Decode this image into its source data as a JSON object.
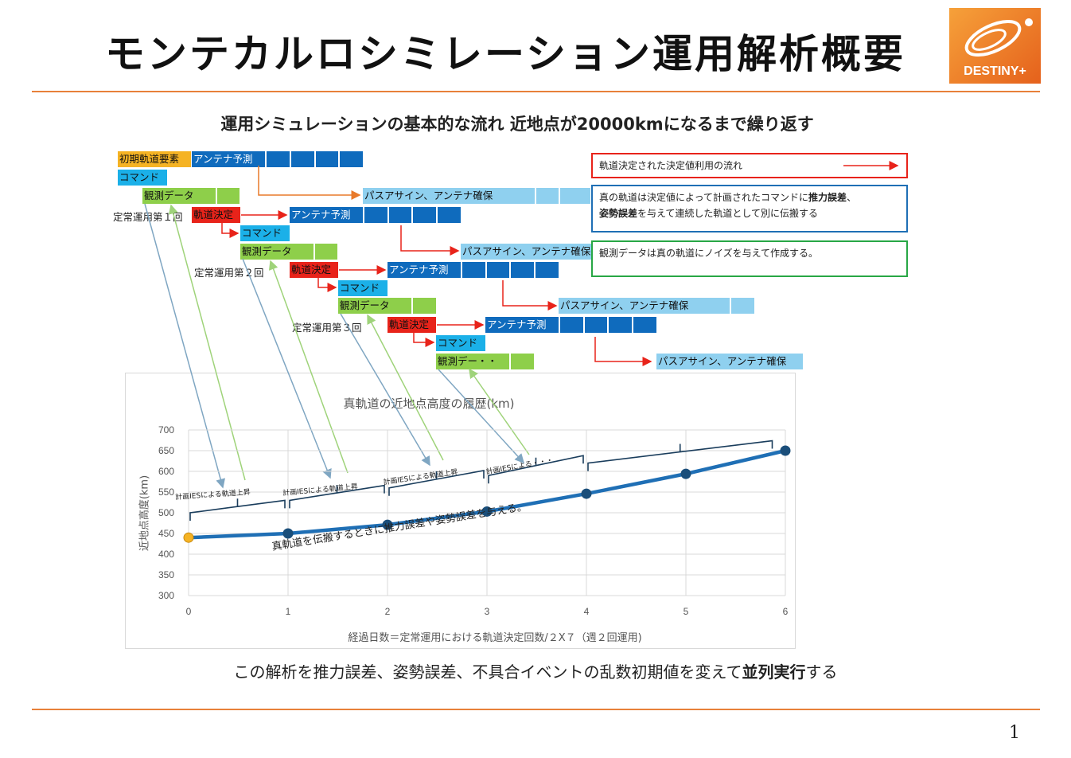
{
  "header": {
    "title": "モンテカルロシミレーション運用解析概要",
    "logo_text": "DESTINY+"
  },
  "subtitle": "運用シミュレーションの基本的な流れ 近地点が20000kmになるまで繰り返す",
  "flow": {
    "initial_elements": "初期軌道要素",
    "antenna_prediction": "アンテナ予測",
    "command": "コマンド",
    "observation_data": "観測データ",
    "orbit_determination": "軌道決定",
    "pass_assign": "パスアサイン、アンテナ確保",
    "round1": "定常運用第１回",
    "round2": "定常運用第２回",
    "round3": "定常運用第３回",
    "observation_data_trunc": "観測デー・・"
  },
  "legend": {
    "red": "軌道決定された決定値利用の流れ",
    "blue_line1": "真の軌道は決定値によって計画されたコマンドに",
    "blue_bold1": "推力誤差",
    "blue_sep": "、",
    "blue_bold2": "姿勢誤差",
    "blue_line2": "を与えて連続した軌道として別に伝搬する",
    "green": "観測データは真の軌道にノイズを与えて作成する。",
    "colors": {
      "red": "#e8231a",
      "blue": "#1f6fb5",
      "green": "#28a745"
    }
  },
  "chart_data": {
    "type": "line",
    "title": "真軌道の近地点高度の履歴(km)",
    "xlabel": "経過日数＝定常運用における軌道決定回数/２X７（週２回運用)",
    "ylabel": "近地点高度(km)",
    "xlim": [
      0,
      6
    ],
    "ylim": [
      300,
      700
    ],
    "x_ticks": [
      "0",
      "1",
      "2",
      "3",
      "4",
      "5",
      "6"
    ],
    "y_ticks": [
      "700",
      "650",
      "600",
      "550",
      "500",
      "450",
      "400",
      "350",
      "300"
    ],
    "grid": true,
    "series": [
      {
        "x": [
          0,
          1,
          2,
          3,
          4,
          5,
          6
        ],
        "values": [
          440,
          450,
          471,
          503,
          546,
          594,
          650
        ],
        "color": "#1f6fb5"
      }
    ],
    "annotations": {
      "brace_1": "計画IESによる軌道上昇",
      "brace_2": "計画IESによる軌道上昇",
      "brace_3": "計画IESによる軌道上昇",
      "brace_4": "計画IESによる・・・",
      "diagonal_note": "真軌道を伝搬するときに推力誤差や姿勢誤差を与える。"
    }
  },
  "footer": {
    "text_pre": "この解析を推力誤差、姿勢誤差、不具合イベントの乱数初期値を変えて",
    "text_bold": "並列実行",
    "text_post": "する",
    "page_number": "1"
  }
}
